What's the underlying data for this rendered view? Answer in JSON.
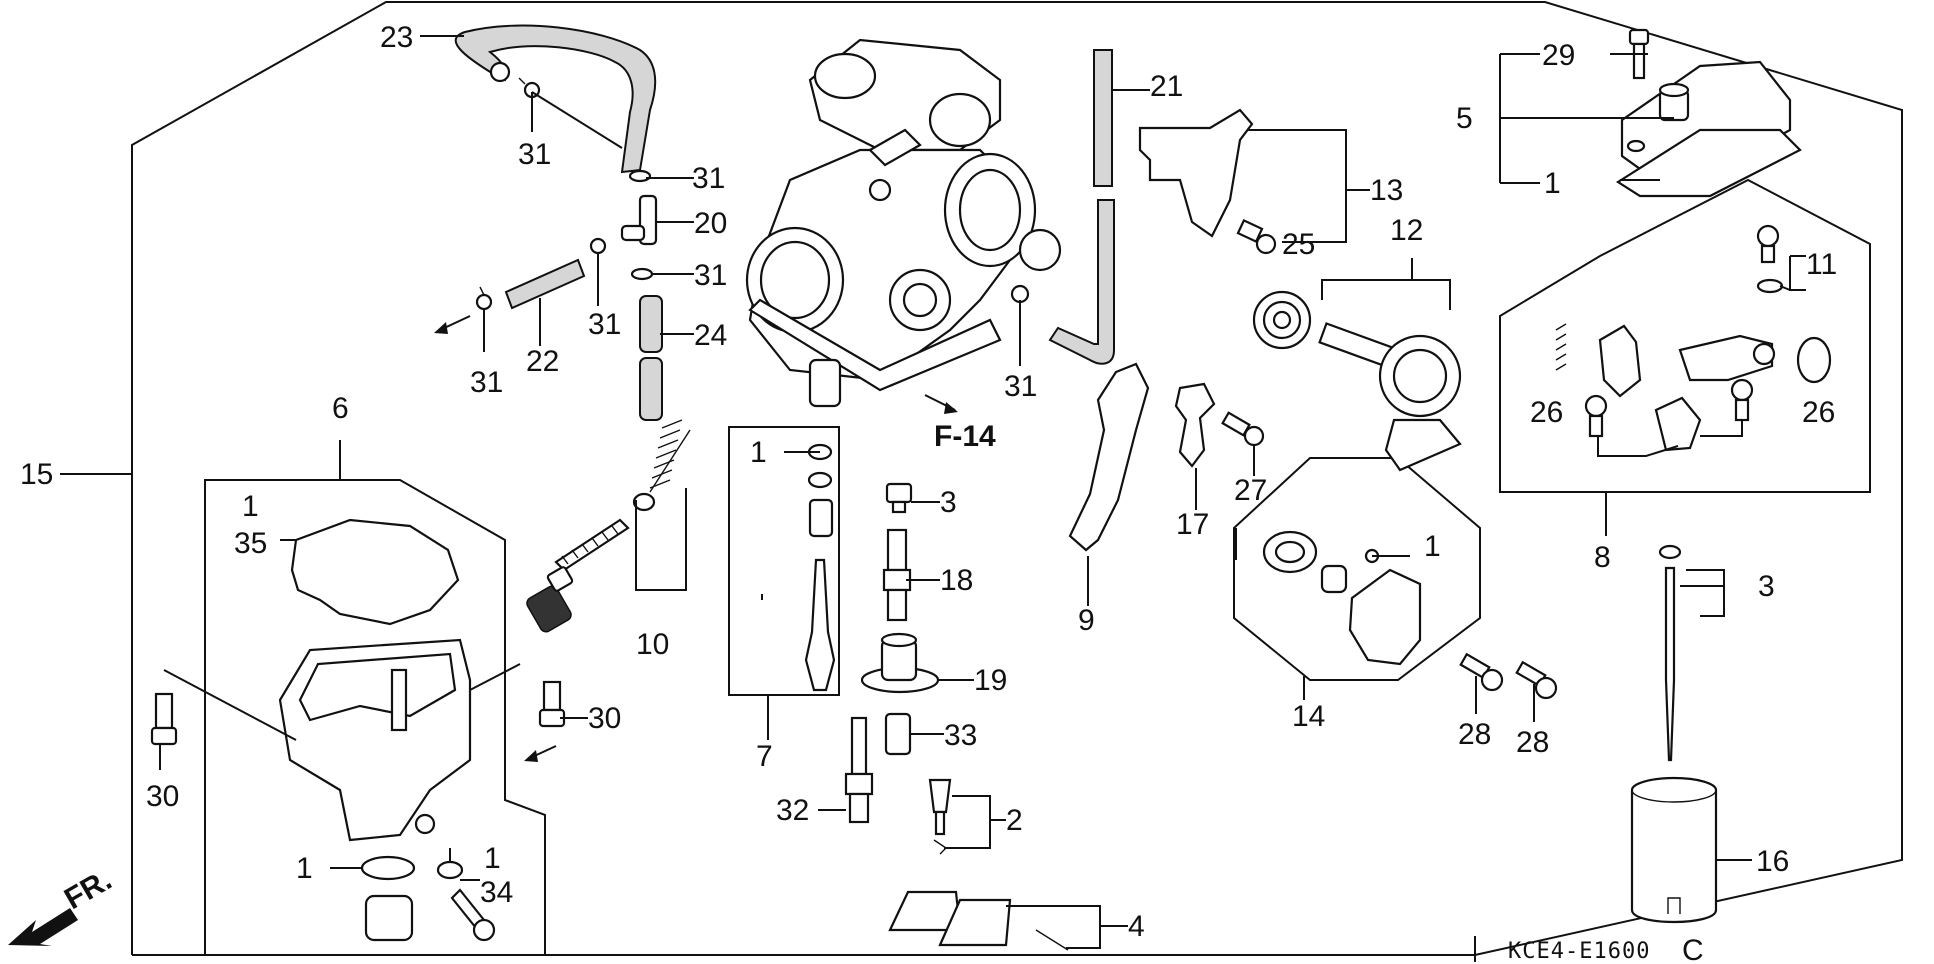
{
  "diagram": {
    "drawing_code": "KCE4-E1600",
    "drawing_code_suffix": "C",
    "view_ref": "F-14",
    "front_label": "FR.",
    "callouts": {
      "c1a": "1",
      "c1b": "1",
      "c1c": "1",
      "c1d": "1",
      "c1e": "1",
      "c1f": "1",
      "c2": "2",
      "c3a": "3",
      "c3b": "3",
      "c4": "4",
      "c5": "5",
      "c6": "6",
      "c7": "7",
      "c8": "8",
      "c9": "9",
      "c10": "10",
      "c11": "11",
      "c12": "12",
      "c13": "13",
      "c14": "14",
      "c15": "15",
      "c16": "16",
      "c17": "17",
      "c18": "18",
      "c19": "19",
      "c20": "20",
      "c21": "21",
      "c22": "22",
      "c23": "23",
      "c24": "24",
      "c25": "25",
      "c26a": "26",
      "c26b": "26",
      "c27": "27",
      "c28a": "28",
      "c28b": "28",
      "c29": "29",
      "c30a": "30",
      "c30b": "30",
      "c31a": "31",
      "c31b": "31",
      "c31c": "31",
      "c31d": "31",
      "c31e": "31",
      "c31f": "31",
      "c32": "32",
      "c33": "33",
      "c34": "34",
      "c35": "35"
    }
  }
}
